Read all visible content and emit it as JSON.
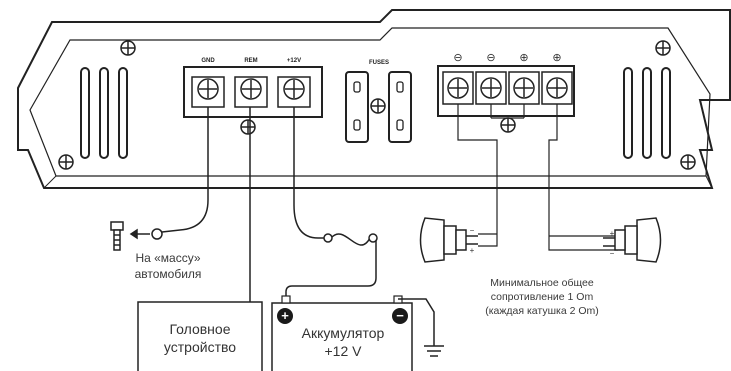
{
  "terminals": {
    "gnd": "GND",
    "rem": "REM",
    "plus12": "+12V",
    "fuses": "FUSES"
  },
  "speaker_terminals": [
    "⊖",
    "⊖",
    "⊕",
    "⊕"
  ],
  "ground_label": {
    "line1": "На «массу»",
    "line2": "автомобиля"
  },
  "head_unit": {
    "line1": "Головное",
    "line2": "устройство"
  },
  "battery": {
    "line1": "Аккумулятор",
    "line2": "+12 V",
    "plus": "+",
    "minus": "−"
  },
  "impedance_note": {
    "line1": "Минимальное общее",
    "line2": "сопротивление 1 Om",
    "line3": "(каждая катушка 2 Om)"
  },
  "speaker_polarity": {
    "minus": "−",
    "plus": "+"
  }
}
